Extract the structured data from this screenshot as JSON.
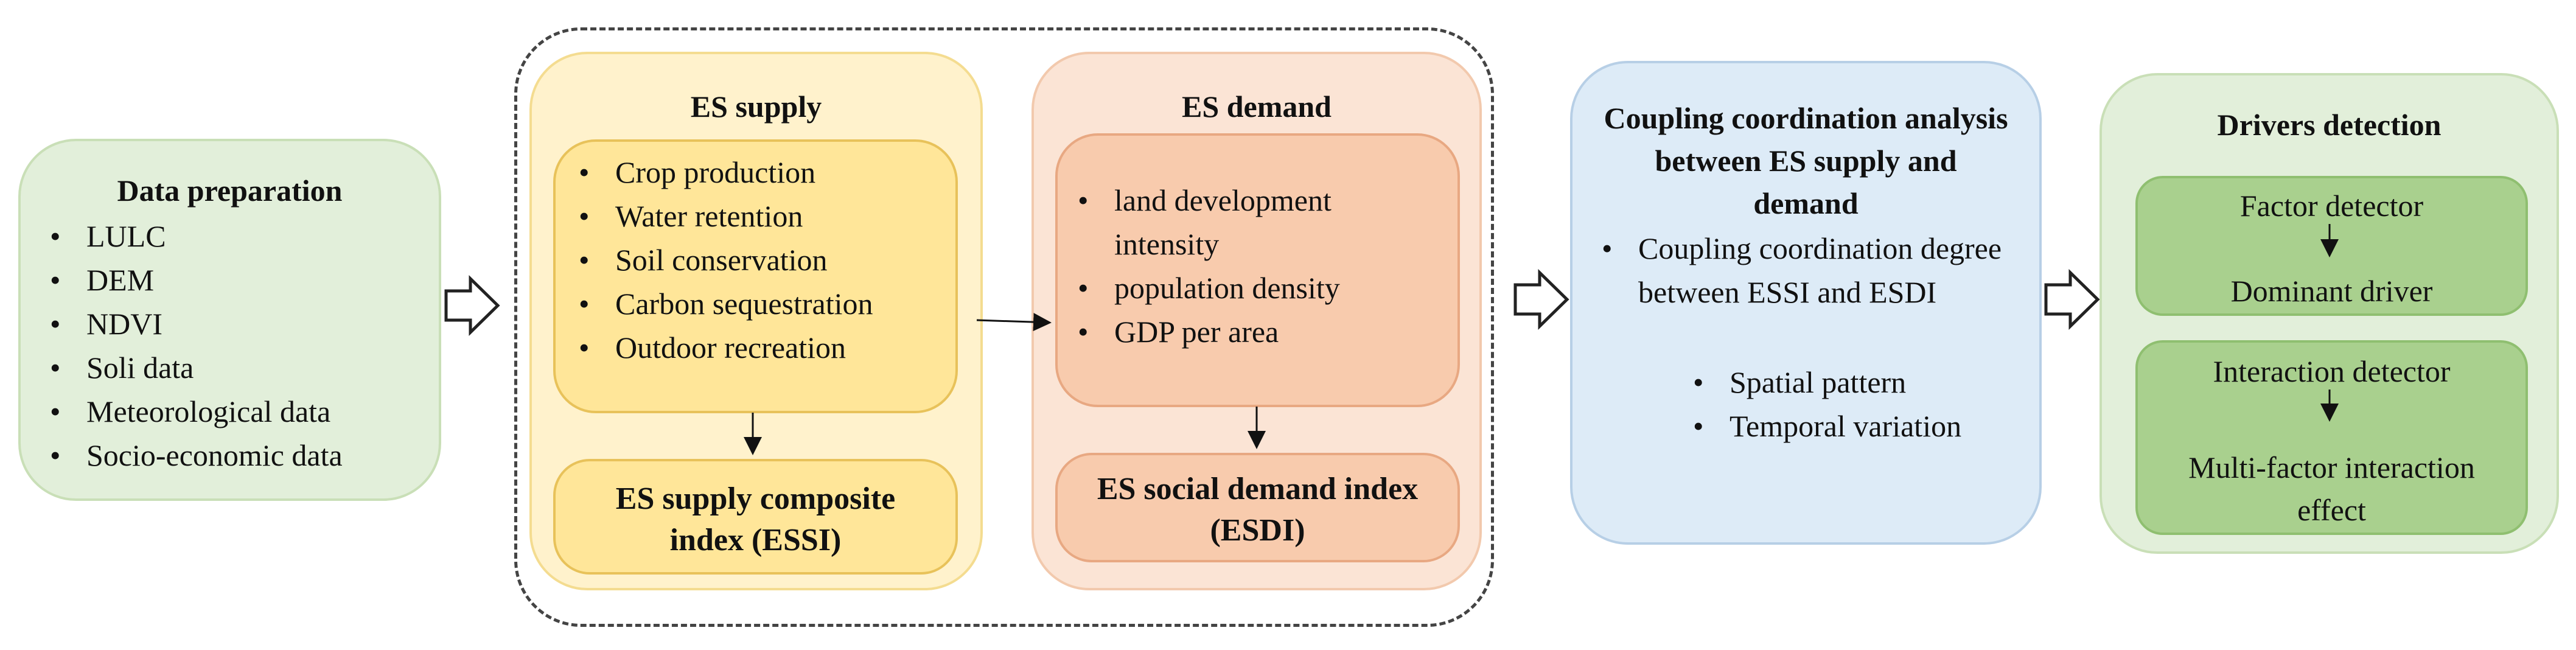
{
  "data_prep": {
    "title": "Data preparation",
    "items": [
      "LULC",
      "DEM",
      "NDVI",
      "Soli data",
      "Meteorological data",
      "Socio-economic data"
    ]
  },
  "supply": {
    "title": "ES supply",
    "items": [
      "Crop production",
      "Water retention",
      "Soil conservation",
      "Carbon sequestration",
      "Outdoor recreation"
    ],
    "index": "ES supply composite index (ESSI)"
  },
  "demand": {
    "title": "ES demand",
    "items": [
      "land development intensity",
      "population density",
      "GDP per area"
    ],
    "index": "ES social demand index (ESDI)"
  },
  "coupling": {
    "title": "Coupling coordination analysis between ES supply and demand",
    "items": [
      "Coupling coordination degree between ESSI and ESDI"
    ],
    "subitems": [
      "Spatial pattern",
      "Temporal variation"
    ]
  },
  "drivers": {
    "title": "Drivers detection",
    "factor_detector": "Factor detector",
    "dominant_driver": "Dominant driver",
    "interaction_detector": "Interaction detector",
    "interaction_effect": "Multi-factor interaction effect"
  },
  "colors": {
    "green_light": "#e2efda",
    "green_mid": "#a9d08e",
    "yellow_light": "#fff2cc",
    "yellow_mid": "#ffe699",
    "peach_light": "#fbe4d5",
    "peach_mid": "#f8cbad",
    "blue_light": "#ddebf7"
  }
}
